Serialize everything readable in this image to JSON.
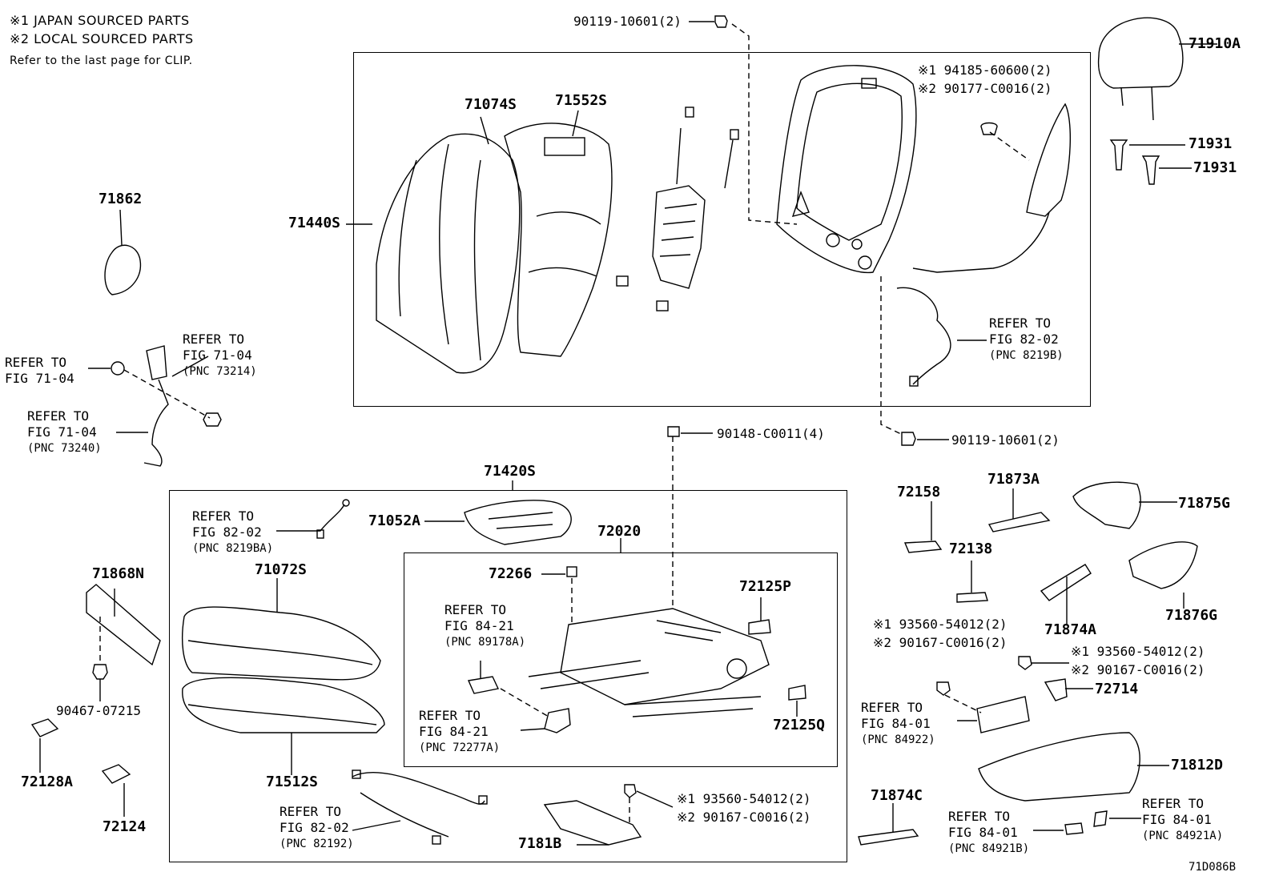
{
  "legend": {
    "japan": "※1 JAPAN SOURCED PARTS",
    "local": "※2 LOCAL SOURCED PARTS",
    "clip_note": "Refer to the last page for CLIP."
  },
  "footer_code": "71D086B",
  "parts": {
    "p71910A": "71910A",
    "p71931_a": "71931",
    "p71931_b": "71931",
    "p71862": "71862",
    "p71074S": "71074S",
    "p71552S": "71552S",
    "p71440S": "71440S",
    "p71420S": "71420S",
    "p71052A": "71052A",
    "p72020": "72020",
    "p72266": "72266",
    "p72125P": "72125P",
    "p72125Q": "72125Q",
    "p71072S": "71072S",
    "p71512S": "71512S",
    "p71868N": "71868N",
    "p72128A": "72128A",
    "p72124": "72124",
    "p7181B": "7181B",
    "p71874C": "71874C",
    "p72158": "72158",
    "p71873A": "71873A",
    "p72138": "72138",
    "p71875G": "71875G",
    "p71876G": "71876G",
    "p71874A": "71874A",
    "p72714": "72714",
    "p71812D": "71812D"
  },
  "part_numbers": {
    "bolt_top": "90119-10601(2)",
    "jp_94185": "※1 94185-60600(2)",
    "lc_90177": "※2 90177-C0016(2)",
    "bolt_mid": "90148-C0011(4)",
    "bolt_right": "90119-10601(2)",
    "clip_90467": "90467-07215",
    "jp_93560_a": "※1 93560-54012(2)",
    "lc_90167_a": "※2 90167-C0016(2)",
    "jp_93560_b": "※1 93560-54012(2)",
    "lc_90167_b": "※2 90167-C0016(2)",
    "jp_93560_c": "※1 93560-54012(2)",
    "lc_90167_c": "※2 90167-C0016(2)"
  },
  "refs": {
    "r_fig7104_a": {
      "l1": "REFER TO",
      "l2": "FIG 71-04"
    },
    "r_fig7104_b": {
      "l1": "REFER TO",
      "l2": "FIG 71-04",
      "pnc": "(PNC 73214)"
    },
    "r_fig7104_c": {
      "l1": "REFER TO",
      "l2": "FIG 71-04",
      "pnc": "(PNC 73240)"
    },
    "r_fig8202_top": {
      "l1": "REFER TO",
      "l2": "FIG 82-02",
      "pnc": "(PNC 8219B)"
    },
    "r_fig8202_seat": {
      "l1": "REFER TO",
      "l2": "FIG 82-02",
      "pnc": "(PNC 8219BA)"
    },
    "r_fig8421_a": {
      "l1": "REFER TO",
      "l2": "FIG 84-21",
      "pnc": "(PNC 89178A)"
    },
    "r_fig8421_b": {
      "l1": "REFER TO",
      "l2": "FIG 84-21",
      "pnc": "(PNC 72277A)"
    },
    "r_fig8202_bot": {
      "l1": "REFER TO",
      "l2": "FIG 82-02",
      "pnc": "(PNC 82192)"
    },
    "r_fig8401_a": {
      "l1": "REFER TO",
      "l2": "FIG 84-01",
      "pnc": "(PNC 84922)"
    },
    "r_fig8401_b": {
      "l1": "REFER TO",
      "l2": "FIG 84-01",
      "pnc": "(PNC 84921B)"
    },
    "r_fig8401_c": {
      "l1": "REFER TO",
      "l2": "FIG 84-01",
      "pnc": "(PNC 84921A)"
    }
  }
}
